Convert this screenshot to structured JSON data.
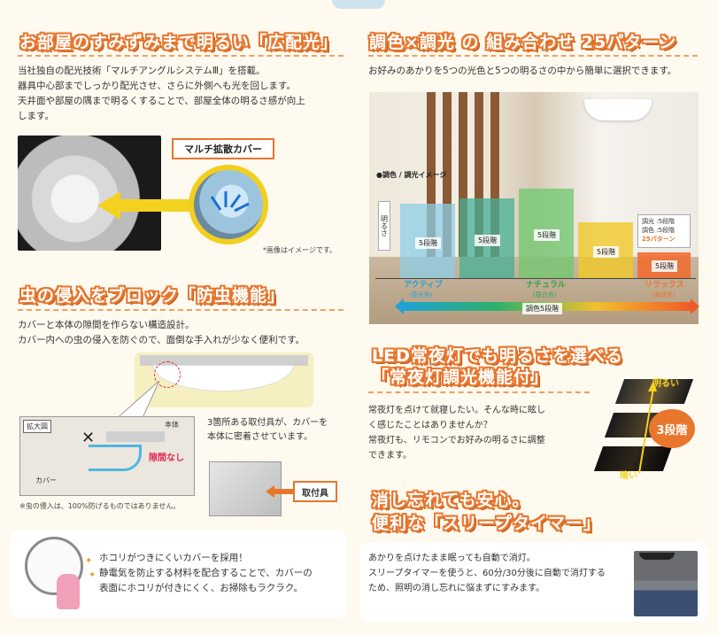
{
  "colors": {
    "accent": "#e8762d",
    "heading_fill": "#ffffff",
    "gap_red": "#e0284d",
    "yellow": "#f2d21f"
  },
  "section1": {
    "heading": "お部屋のすみずみまで明るい「広配光」",
    "body": "当社独自の配光技術「マルチアングルシステムⅢ」を搭載。\n器具中心部までしっかり配光させ、さらに外側へも光を回します。\n天井面や部屋の隅まで明るくすることで、部屋全体の明るさ感が向上\nします。",
    "callout": "マルチ拡散カバー",
    "note": "*画像はイメージです。"
  },
  "section2": {
    "heading": "虫の侵入をブロック「防虫機能」",
    "body": "カバーと本体の隙間を作らない構造設計。\nカバー内への虫の侵入を防ぐので、面倒な手入れが少なく便利です。",
    "zoom_label": "拡大図",
    "zoom_body_label": "本体",
    "zoom_cover_label": "カバー",
    "zoom_gap_label": "隙間なし",
    "fixture_text": "3箇所ある取付具が、カバーを\n本体に密着させています。",
    "fixture_label": "取付具",
    "note": "※虫の侵入は、100%防げるものではありません。"
  },
  "section3": {
    "body": "ホコリがつきにくいカバーを採用！\n静電気を防止する材料を配合することで、カバーの\n表面にホコリが付きにくく、お掃除もラクラク。"
  },
  "section4": {
    "heading": "調色×調光 の 組み合わせ 25パターン",
    "body": "お好みのあかりを5つの光色と5つの明るさの中から簡単に選択できます。",
    "chart_title": "●調色 / 調光イメージ",
    "axis_label": "明るさ",
    "step_label": "5段階",
    "tone_active": "アクティブ",
    "tone_active_sub": "(昼光色)",
    "tone_natural": "ナチュラル",
    "tone_natural_sub": "(昼白色)",
    "tone_relax": "リラックス",
    "tone_relax_sub": "(電球色)",
    "color_steps": "調色5段階",
    "combo_line1": "調光 :5段階",
    "combo_line2": "調色 :5段階",
    "combo_line3": "25パターン"
  },
  "section5": {
    "heading_line1": "LED常夜灯でも明るさを選べる",
    "heading_line2": "「常夜灯調光機能付」",
    "body": "常夜灯を点けて就寝したい。そんな時に眩し\nく感じたことはありませんか？\n常夜灯も、リモコンでお好みの明るさに調整\nできます。",
    "bright": "明るい",
    "dark": "暗い",
    "badge": "3段階"
  },
  "section6": {
    "heading_line1": "消し忘れても安心。",
    "heading_line2": "便利な「スリープタイマー」",
    "body": "あかりを点けたまま眠っても自動で消灯。\nスリープタイマーを使うと、60分/30分後に自動で消灯する\nため、照明の消し忘れに悩まずにすみます。"
  }
}
